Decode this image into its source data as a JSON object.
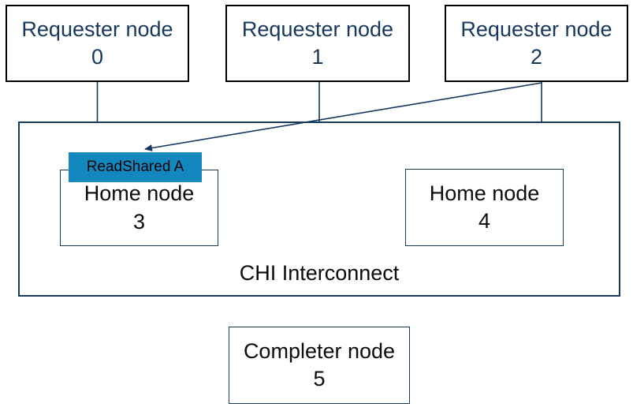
{
  "nodes": {
    "requester0": {
      "line1": "Requester node",
      "line2": "0"
    },
    "requester1": {
      "line1": "Requester node",
      "line2": "1"
    },
    "requester2": {
      "line1": "Requester node",
      "line2": "2"
    },
    "home3": {
      "line1": "Home node",
      "line2": "3"
    },
    "home4": {
      "line1": "Home node",
      "line2": "4"
    },
    "completer5": {
      "line1": "Completer node",
      "line2": "5"
    }
  },
  "interconnect": {
    "label": "CHI Interconnect"
  },
  "message": {
    "label": "ReadShared A"
  },
  "edges": [
    {
      "from": "requester0",
      "to": "interconnect",
      "type": "line"
    },
    {
      "from": "requester1",
      "to": "interconnect",
      "type": "line"
    },
    {
      "from": "requester2",
      "to": "interconnect",
      "type": "line"
    },
    {
      "from": "requester2",
      "to": "home3",
      "type": "arrow",
      "label": "ReadShared A"
    }
  ],
  "colors": {
    "requester_text": "#17375E",
    "requester_border": "#000000",
    "inner_border": "#17395C",
    "black_text": "#000000",
    "connector": "#17375E",
    "message_fill": "#1288BE"
  }
}
